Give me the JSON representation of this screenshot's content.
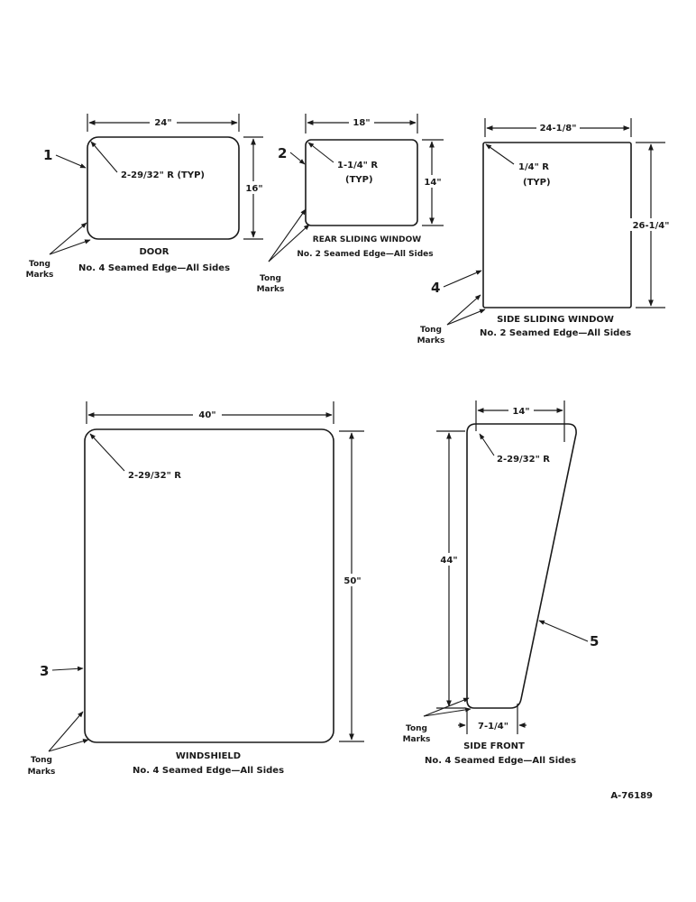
{
  "colors": {
    "ink": "#1a1a1a",
    "paper": "#ffffff"
  },
  "parts": {
    "door": {
      "number": "1",
      "width": "24\"",
      "height": "16\"",
      "radius": "2-29/32\" R (TYP)",
      "title": "DOOR",
      "note": "No. 4 Seamed Edge—All Sides",
      "tong": [
        "Tong",
        "Marks"
      ]
    },
    "rear_window": {
      "number": "2",
      "width": "18\"",
      "height": "14\"",
      "radius_1": "1-1/4\" R",
      "radius_2": "(TYP)",
      "title": "REAR SLIDING WINDOW",
      "note": "No. 2 Seamed Edge—All Sides",
      "tong": [
        "Tong",
        "Marks"
      ]
    },
    "side_window": {
      "number": "4",
      "width": "24-1/8\"",
      "height": "26-1/4\"",
      "radius_1": "1/4\" R",
      "radius_2": "(TYP)",
      "title": "SIDE SLIDING WINDOW",
      "note": "No. 2 Seamed Edge—All Sides",
      "tong": [
        "Tong",
        "Marks"
      ]
    },
    "windshield": {
      "number": "3",
      "width": "40\"",
      "height": "50\"",
      "radius": "2-29/32\" R",
      "title": "WINDSHIELD",
      "note": "No. 4 Seamed Edge—All Sides",
      "tong": [
        "Tong",
        "Marks"
      ]
    },
    "side_front": {
      "number": "5",
      "top_width": "14\"",
      "height": "44\"",
      "bottom_width": "7-1/4\"",
      "radius": "2-29/32\" R",
      "title": "SIDE FRONT",
      "note": "No. 4 Seamed Edge—All Sides",
      "tong": [
        "Tong",
        "Marks"
      ]
    }
  },
  "drawing_id": "A-76189"
}
